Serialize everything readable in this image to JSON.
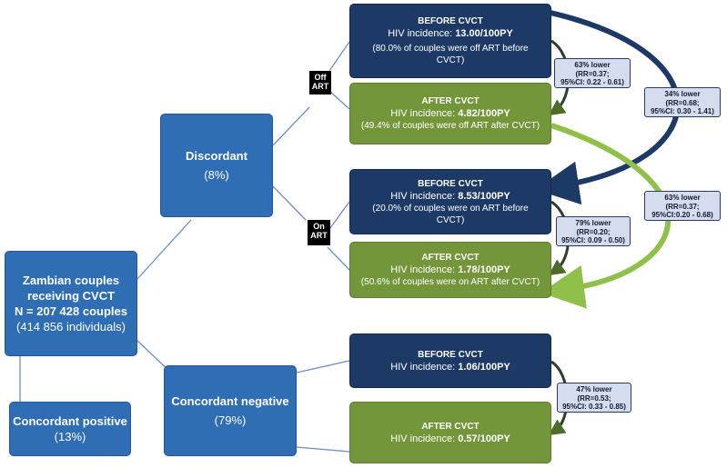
{
  "root": {
    "line1": "Zambian couples",
    "line2": "receiving CVCT",
    "line3": "N = 207 428 couples",
    "line4": "(414 856 individuals)"
  },
  "discordant": {
    "title": "Discordant",
    "pct": "(8%)"
  },
  "concordant_negative": {
    "title": "Concordant negative",
    "pct": "(79%)"
  },
  "concordant_positive": {
    "title": "Concordant positive",
    "pct": "(13%)"
  },
  "labels": {
    "off": [
      "Off",
      "ART"
    ],
    "on": [
      "On",
      "ART"
    ]
  },
  "boxes": {
    "off_before": {
      "title": "BEFORE CVCT",
      "incidence_label": "HIV incidence:",
      "incidence_value": "13.00/100PY",
      "note1": "(80.0% of couples were off ART before",
      "note2": "CVCT)"
    },
    "off_after": {
      "title": "AFTER CVCT",
      "incidence_label": "HIV incidence:",
      "incidence_value": "4.82/100PY",
      "note1": "(49.4% of couples were off ART after CVCT)"
    },
    "on_before": {
      "title": "BEFORE CVCT",
      "incidence_label": "HIV incidence:",
      "incidence_value": "8.53/100PY",
      "note1": "(20.0% of couples were on ART before",
      "note2": "CVCT)"
    },
    "on_after": {
      "title": "AFTER CVCT",
      "incidence_label": "HIV incidence:",
      "incidence_value": "1.78/100PY",
      "note1": "(50.6% of couples were on ART after CVCT)"
    },
    "neg_before": {
      "title": "BEFORE CVCT",
      "incidence_label": "HIV incidence:",
      "incidence_value": "1.06/100PY"
    },
    "neg_after": {
      "title": "AFTER CVCT",
      "incidence_label": "HIV incidence:",
      "incidence_value": "0.57/100PY"
    }
  },
  "stats": {
    "off_change": [
      "63% lower",
      "(RR=0.37;",
      "95%CI: 0.22 - 0.61)"
    ],
    "before_change": [
      "34% lower",
      "(RR=0.68;",
      "95%CI: 0.30 - 1.41)"
    ],
    "after_change": [
      "63% lower",
      "(RR=0.37;",
      "95%CI:0.20 - 0.68)"
    ],
    "on_change": [
      "79% lower",
      "(RR=0.20;",
      "95%CI: 0.09 - 0.50)"
    ],
    "neg_change": [
      "47% lower",
      "(RR=0.53;",
      "95%CI: 0.33 - 0.85)"
    ]
  },
  "colors": {
    "blue": "#2f6db5",
    "navy": "#1d3a66",
    "green": "#74963a",
    "light_green": "#8fc04a",
    "stat_bg": "#d5dcee"
  }
}
